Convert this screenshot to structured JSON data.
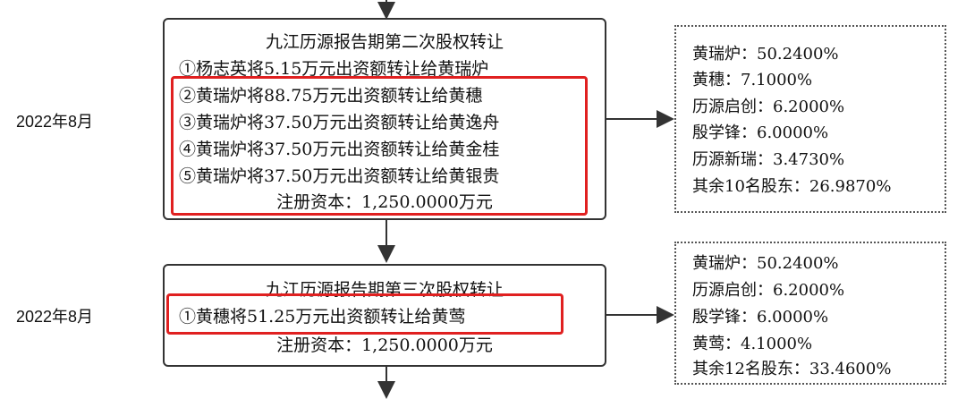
{
  "diagram": {
    "stage2": {
      "date": "2022年8月",
      "title": "九江历源报告期第二次股权转让",
      "transfers": [
        "①杨志英将5.15万元出资额转让给黄瑞炉",
        "②黄瑞炉将88.75万元出资额转让给黄穗",
        "③黄瑞炉将37.50万元出资额转让给黄逸舟",
        "④黄瑞炉将37.50万元出资额转让给黄金桂",
        "⑤黄瑞炉将37.50万元出资额转让给黄银贵"
      ],
      "capital": "注册资本：1,250.0000万元",
      "holders": [
        "黄瑞炉：50.2400%",
        "黄穗：7.1000%",
        "历源启创：6.2000%",
        "殷学锋：6.0000%",
        "历源新瑞：3.4730%",
        "其余10名股东：26.9870%"
      ]
    },
    "stage3": {
      "date": "2022年8月",
      "title": "九江历源报告期第三次股权转让",
      "transfers": [
        "①黄穗将51.25万元出资额转让给黄莺"
      ],
      "capital": "注册资本：1,250.0000万元",
      "holders": [
        "黄瑞炉：50.2400%",
        "历源启创：6.2000%",
        "殷学锋：6.0000%",
        "黄莺：4.1000%",
        "其余12名股东：33.4600%"
      ]
    },
    "colors": {
      "highlight": "#e02020",
      "border": "#333333"
    }
  }
}
